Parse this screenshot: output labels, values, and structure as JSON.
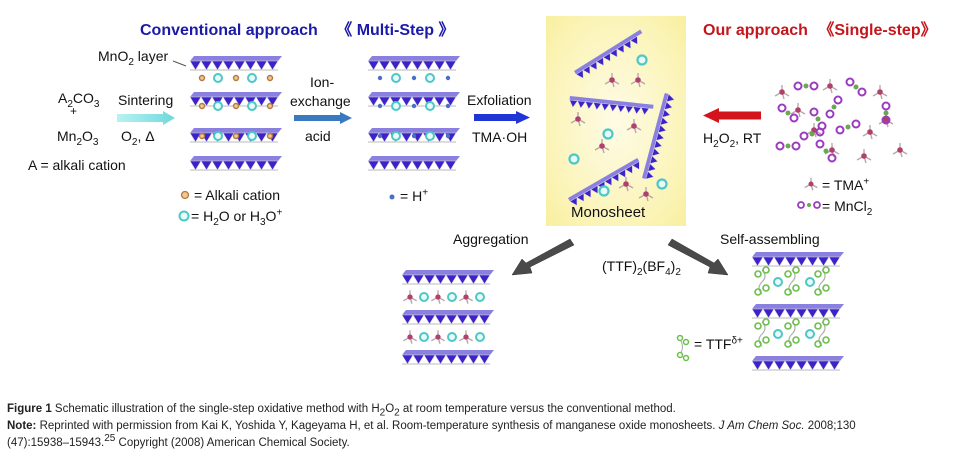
{
  "titles": {
    "conventional": "Conventional approach",
    "conventional_tag": "《 Multi-Step 》",
    "ours": "Our approach",
    "ours_tag": "《Single-step》"
  },
  "colors": {
    "conventional_title": "#1a1aa8",
    "ours_title": "#c4161c",
    "sheet": "#3d22c8",
    "sinter_arrow": "#8de6e6",
    "ion_arrow": "#3a78c0",
    "exfol_arrow": "#1f35d6",
    "red_arrow": "#d4141c",
    "grey_arrow": "#4a4a4a",
    "monosheet_bg": "#fbf4b8"
  },
  "reactants": {
    "a2co3": "A",
    "a2co3_sub": "2",
    "a2co3_rest": "CO",
    "a2co3_sub2": "3",
    "plus": "+",
    "mn2o3_a": "Mn",
    "mn2o3_sub": "2",
    "mn2o3_b": "O",
    "mn2o3_sub2": "3",
    "note": "A = alkali cation"
  },
  "layer_label": {
    "a": "MnO",
    "sub": "2",
    "b": " layer"
  },
  "steps": {
    "sintering": "Sintering",
    "sintering_cond_a": "O",
    "sintering_cond_sub": "2",
    "sintering_cond_b": ", Δ",
    "ion_exchange_1": "Ion-",
    "ion_exchange_2": "exchange",
    "ion_exchange_cond": "acid",
    "exfoliation": "Exfoliation",
    "exfoliation_cond": "TMA·OH",
    "h2o2_a": "H",
    "h2o2_sub1": "2",
    "h2o2_b": "O",
    "h2o2_sub2": "2",
    "h2o2_c": ", RT",
    "aggregation": "Aggregation",
    "self_assembling": "Self-assembling",
    "ttf_a": "(TTF)",
    "ttf_sub1": "2",
    "ttf_b": "(BF",
    "ttf_sub2": "4",
    "ttf_c": ")",
    "ttf_sub3": "2"
  },
  "legend": {
    "alkali": "= Alkali cation",
    "water_a": "= H",
    "water_sub": "2",
    "water_b": "O or H",
    "water_sub2": "3",
    "water_c": "O",
    "water_sup": "+",
    "proton": "= H",
    "proton_sup": "+",
    "tma": "= TMA",
    "tma_sup": "+",
    "mncl2": "= MnCl",
    "mncl2_sub": "2",
    "ttf": "= TTF",
    "ttf_sup": "δ+"
  },
  "monosheet_label": "Monosheet",
  "caption": {
    "figure_label": "Figure 1",
    "figure_text_a": " Schematic illustration of the single-step oxidative method with H",
    "figure_sub1": "2",
    "figure_text_b": "O",
    "figure_sub2": "2",
    "figure_text_c": " at room temperature versus the conventional method.",
    "note_label": "Note:",
    "note_text_a": " Reprinted with permission from Kai K, Yoshida Y, Kageyama H, et al. Room-temperature synthesis of manganese oxide monosheets. ",
    "note_journal": "J Am Chem Soc.",
    "note_text_b": " 2008;130",
    "note_line2_a": "(47):15938–15943.",
    "note_ref": "25",
    "note_line2_b": " Copyright (2008) American Chemical Society."
  }
}
